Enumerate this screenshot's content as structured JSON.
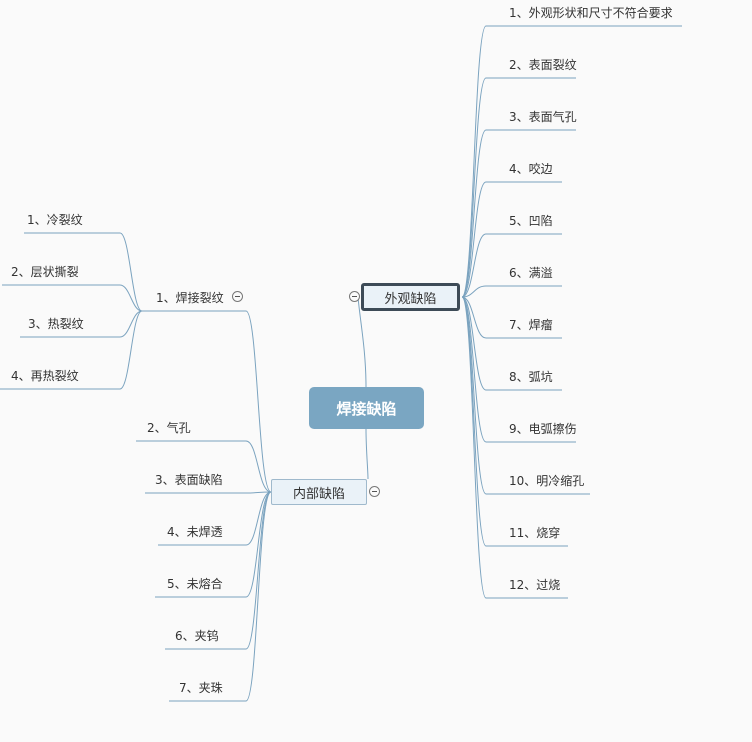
{
  "root": {
    "label": "焊接缺陷"
  },
  "branches": {
    "external": {
      "label": "外观缺陷",
      "children": [
        "1、外观形状和尺寸不符合要求",
        "2、表面裂纹",
        "3、表面气孔",
        "4、咬边",
        "5、凹陷",
        "6、满溢",
        "7、焊瘤",
        "8、弧坑",
        "9、电弧擦伤",
        "10、明冷缩孔",
        "11、烧穿",
        "12、过烧"
      ]
    },
    "internal": {
      "label": "内部缺陷",
      "children": [
        "1、焊接裂纹",
        "2、气孔",
        "3、表面缺陷",
        "4、未焊透",
        "5、未熔合",
        "6、夹钨",
        "7、夹珠"
      ]
    },
    "crack": {
      "children": [
        "1、冷裂纹",
        "2、层状撕裂",
        "3、热裂纹",
        "4、再热裂纹"
      ]
    }
  },
  "colors": {
    "line": "#7ba3bf",
    "root": "#7aa6c2",
    "node_fill": "#eaf2f8"
  }
}
